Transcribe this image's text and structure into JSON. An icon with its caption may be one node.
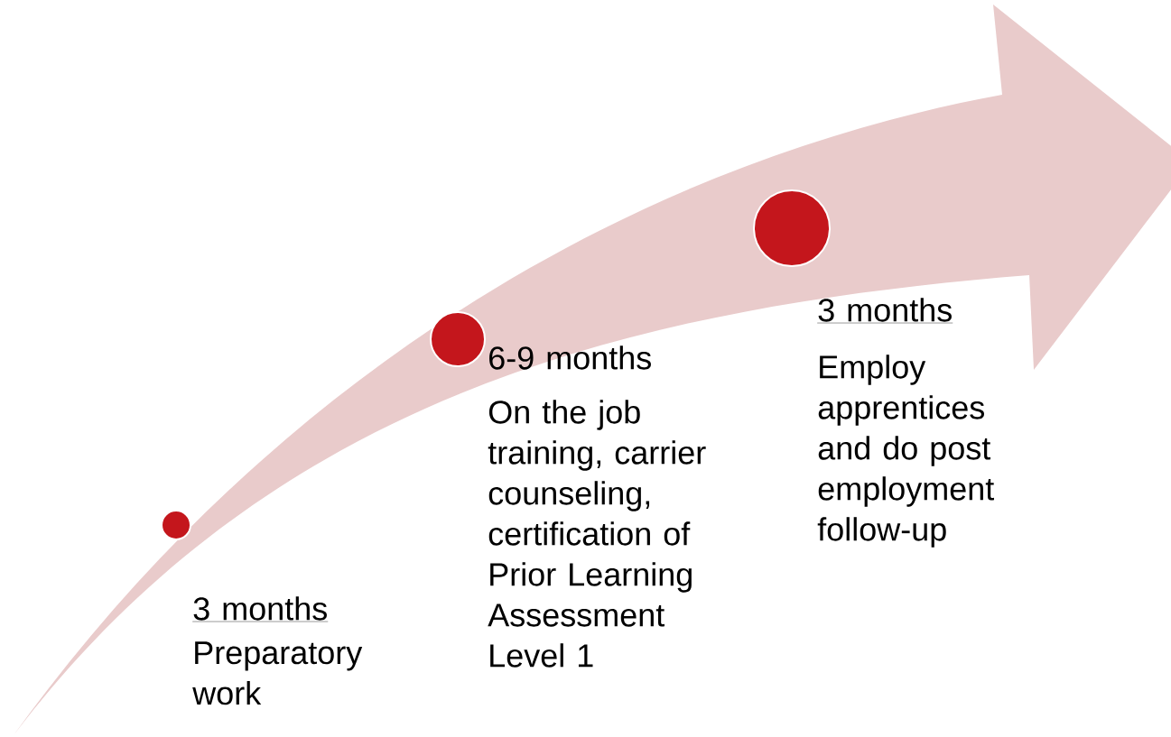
{
  "diagram": {
    "nodes": [
      {
        "text": [],
        "shape": "circle",
        "beside": [
          "3 months",
          "Preparatory work"
        ]
      },
      {
        "text": [],
        "shape": "circle",
        "beside": [
          "6-9 months",
          "On the job training, carrier counseling, certification of Prior Learning Assessment Level 1"
        ]
      },
      {
        "text": [],
        "shape": "circle",
        "beside": [
          "3 months",
          "Employ apprentices and do post employment follow-up"
        ]
      }
    ]
  }
}
